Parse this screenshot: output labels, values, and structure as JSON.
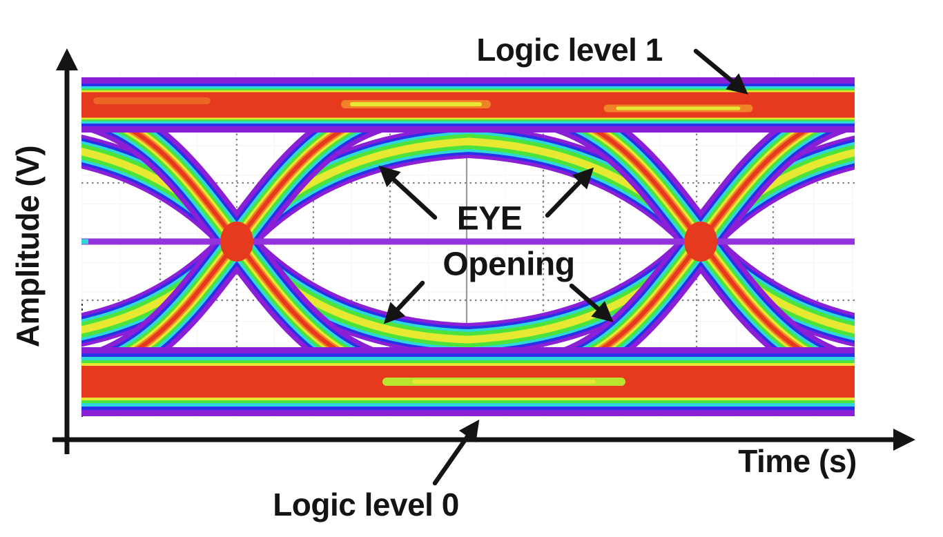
{
  "labels": {
    "y_axis": "Amplitude (V)",
    "x_axis": "Time (s)",
    "logic1": "Logic level 1",
    "logic0": "Logic level 0",
    "eye1": "EYE",
    "eye2": "Opening"
  },
  "colors": {
    "red": "#E63A1E",
    "orange": "#F08228",
    "yellow": "#E6E832",
    "yellowgreen": "#B9E531",
    "green": "#4CE33C",
    "cyan": "#2FD8D8",
    "blue": "#2B2FE8",
    "purple": "#8A1FD6",
    "midline": "#9333DB",
    "ink": "#141414"
  },
  "chart_data": {
    "type": "heatmap",
    "title": "Eye diagram (oscilloscope persistence plot)",
    "xlabel": "Time (s)",
    "ylabel": "Amplitude (V)",
    "x_ticks": [],
    "y_ticks": [],
    "colormap": "jet-style density: purple (low) -> blue -> cyan -> green -> yellow -> orange -> red (high)",
    "features": [
      "logic level 1 rail along the top",
      "logic level 0 rail along the bottom",
      "two X-shaped crossing points with red high-density cores",
      "open eye region in the center",
      "thin purple mid-level run line across the full width",
      "gray dotted oscilloscope graticule behind the trace"
    ],
    "annotations": [
      {
        "text": "Logic level 1",
        "arrow_points_to": "top rail"
      },
      {
        "text": "Logic level 0",
        "arrow_points_to": "bottom rail"
      },
      {
        "text": "EYE Opening",
        "arrows_point_to": "four inner edges of the central eye opening"
      }
    ]
  }
}
